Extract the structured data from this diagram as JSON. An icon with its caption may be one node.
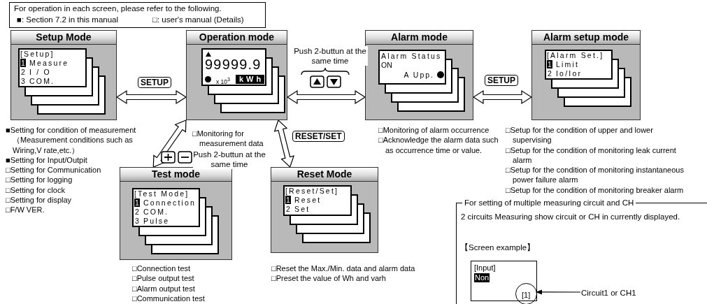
{
  "diagram": {
    "nodes": [
      {
        "text": [
          "For operation in each screen, please refer to the following.",
          "■: Section 7.2 in this manual",
          "□: user's manual (Details)"
        ]
      },
      {
        "text": [
          "Setup Mode"
        ],
        "beside": [
          "■Setting for condition of measurement （Measurement conditions such as Wiring,V rate,etc.）",
          "■Setting for Input/Outpit",
          "□Setting for Communication",
          "□Setting for logging",
          "□Setting for clock",
          "□Setting for display",
          "□F/W VER."
        ]
      },
      {
        "text": [
          "[Setup]",
          "1",
          "Measure",
          "2",
          "I / O",
          "3",
          "COM."
        ],
        "in": 1
      },
      {
        "text": [
          "Operation mode"
        ],
        "beside": [
          "□Monitoring for measurement data"
        ]
      },
      {
        "text": [
          "99999.9",
          "x 10$^{3}$",
          "kWh"
        ],
        "in": 3
      },
      {
        "text": [
          "Alarm mode"
        ],
        "beside": [
          "□Monitoring of alarm occurrence",
          "□Acknowledge the alarm data such as occurrence time or value."
        ]
      },
      {
        "text": [
          "Alarm Status",
          "ON",
          "A Upp."
        ],
        "in": 5
      },
      {
        "text": [
          "Alarm setup mode"
        ],
        "beside": [
          "□Setup for the condition of upper and lower supervising",
          "□Setup for the condition of monitoring leak current alarm",
          "□Setup for the condition of monitoring instantaneous power failure alarm",
          "□Setup for the condition of monitoring breaker alarm"
        ]
      },
      {
        "text": [
          "[Alarm Set.]",
          "1",
          "Limit",
          "2",
          "Io/Ior"
        ],
        "in": 7
      },
      {
        "text": [
          "Test mode"
        ],
        "beside": [
          "□Connection test",
          "□Pulse output test",
          "□Alarm output test",
          "□Communication test"
        ]
      },
      {
        "text": [
          "[Test Mode]",
          "1",
          "Connection",
          "2",
          "COM.",
          "3",
          "Pulse"
        ],
        "in": 9
      },
      {
        "text": [
          "Reset Mode"
        ],
        "beside": [
          "□Reset the Max./Min. data and alarm data",
          "□Preset the value of Wh and varh"
        ]
      },
      {
        "text": [
          "[Reset/Set]",
          "1",
          "Reset",
          "2",
          "Set"
        ],
        "in": 11
      },
      {
        "text": [
          "For setting of multiple measuring circuit and CH",
          "2 circuits Measuring show circuit or CH in currently displayed.",
          "【Screen example】"
        ]
      },
      {
        "text": [
          "[Input]",
          "Non"
        ],
        "in": 13
      },
      {
        "text": [
          "[1]"
        ],
        "in": 13
      },
      {
        "text": [
          "Circuit1 or CH1"
        ],
        "in": 13
      }
    ],
    "edges": [
      {
        "from": 1,
        "to": 3,
        "arrow": "both",
        "label": "SETUP"
      },
      {
        "from": 3,
        "to": 5,
        "arrow": "both",
        "label": "Push 2-buttun at the same time"
      },
      {
        "from": 5,
        "to": 7,
        "arrow": "both",
        "label": "SETUP"
      },
      {
        "from": 3,
        "to": 9,
        "arrow": "both",
        "label": "Push 2-buttun at the same time"
      },
      {
        "from": 3,
        "to": 11,
        "arrow": "both",
        "label": "RESET/SET"
      },
      {
        "from": 16,
        "to": 15,
        "arrow": "to"
      }
    ]
  }
}
